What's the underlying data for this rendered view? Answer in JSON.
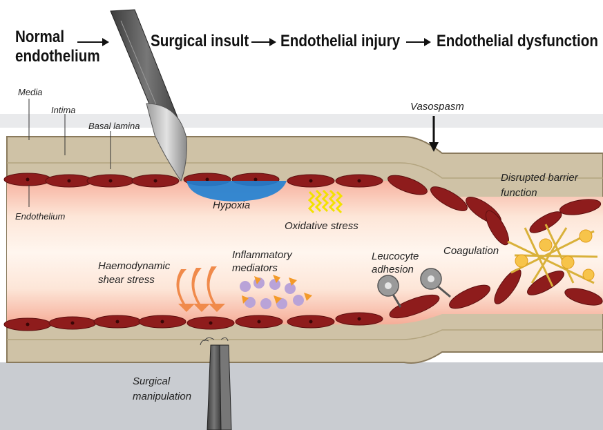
{
  "flow": {
    "step1": "Normal endothelium",
    "step2": "Surgical insult",
    "step3": "Endothelial injury",
    "step4": "Endothelial dysfunction"
  },
  "labels": {
    "media": "Media",
    "intima": "Intima",
    "basal_lamina": "Basal lamina",
    "endothelium": "Endothelium",
    "vasospasm": "Vasospasm",
    "disrupted_barrier": "Disrupted barrier function",
    "hypoxia": "Hypoxia",
    "oxidative_stress": "Oxidative stress",
    "inflammatory_mediators": "Inflammatory mediators",
    "haemodynamic_shear_stress": "Haemodynamic shear stress",
    "leucocyte_adhesion": "Leucocyte adhesion",
    "coagulation": "Coagulation",
    "surgical_manipulation": "Surgical manipulation"
  },
  "colors": {
    "vessel_wall": "#cfc2a6",
    "wall_edge": "#8a7a5c",
    "lumen": "#fde9dc",
    "endothelial_cell": "#8e1c1c",
    "hypoxia": "#1f7fd1",
    "oxidative": "#f2e200",
    "shear_arrow": "#f08a4b",
    "leucocyte": "#9a9a9a",
    "fibrin": "#d9b13a",
    "platelet": "#f7c44a",
    "mediator_purple": "#b9a3d8",
    "mediator_orange": "#f39a2a",
    "instrument": "#5b5b5b"
  },
  "icons": [
    "scalpel-icon",
    "forceps-icon",
    "leucocyte-icon",
    "platelet-icon"
  ]
}
